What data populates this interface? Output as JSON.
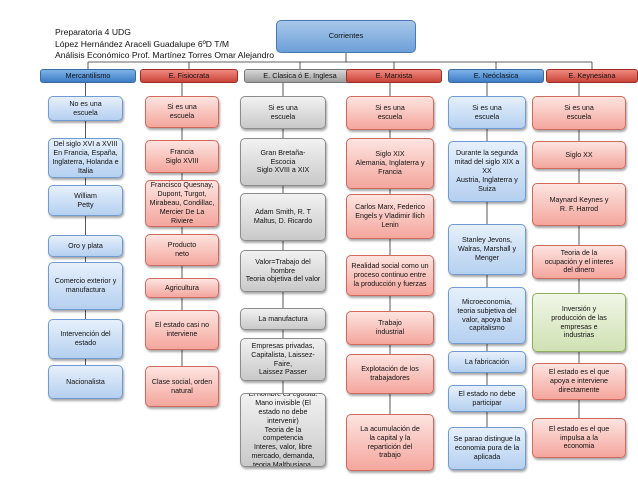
{
  "header": {
    "line1": "Preparatoria 4 UDG",
    "line2": "López Hernández Araceli Guadalupe 6ºD T/M",
    "line3": "Análisis Económico Prof. Martínez Torres Omar Alejandro"
  },
  "root": {
    "label": "Corrientes"
  },
  "columns": [
    {
      "label": "Mercantilismo",
      "color": "#3d7cc6",
      "nodes": [
        [
          "No es una",
          "escuela"
        ],
        [
          "Del siglo XVI a XVIII",
          "En Francia, España,",
          "Inglaterra, Holanda e Italia"
        ],
        [
          "William",
          "Petty"
        ],
        [
          "Oro y plata"
        ],
        [
          "Comercio exterior y",
          "manufactura"
        ],
        [
          "Intervención del estado"
        ],
        [
          "Nacionalista"
        ]
      ]
    },
    {
      "label": "E. Fisiocrata",
      "color": "#c9433a",
      "nodes": [
        [
          "Si es una",
          "escuela"
        ],
        [
          "Francia",
          "Siglo XVIII"
        ],
        [
          "Francisco Quesnay,",
          "Dupont, Turgot,",
          "Mirabeau, Condillac,",
          "Mercier De La Riviere"
        ],
        [
          "Producto",
          "neto"
        ],
        [
          "Agricultura"
        ],
        [
          "El estado casi no",
          "interviene"
        ],
        [
          "Clase social, orden",
          "natural"
        ]
      ]
    },
    {
      "label": "E. Clasica ó E. Inglesa",
      "color": "#9e9e9e",
      "nodes": [
        [
          "Si es una",
          "escuela"
        ],
        [
          "Gran Bretaña-",
          "Escocia",
          "Siglo XVIII a XIX"
        ],
        [
          "Adam Smith, R. T",
          "Maltus, D. Ricardo"
        ],
        [
          "Valor=Trabajo del",
          "hombre",
          "Teoria objetiva del valor"
        ],
        [
          "La manufactura"
        ],
        [
          "Empresas privadas,",
          "Capitalista, Laissez-Faire,",
          "Laissez Passer"
        ],
        [
          "El hombre es egoista. Mano invisible (El",
          "estado no debe intervenir)",
          "Teoria de la competencia",
          "Interes, valor, libre mercado, demanda,",
          "teoria Malthusiana."
        ]
      ]
    },
    {
      "label": "E. Marxista",
      "color": "#c9433a",
      "nodes": [
        [
          "Si es una",
          "escuela"
        ],
        [
          "Siglo XIX",
          "Alemania, Inglaterra y",
          "Francia"
        ],
        [
          "Carlos Marx, Federico",
          "Engels y Vladimir Ilich",
          "Lenin"
        ],
        [
          "Realidad social como un",
          "proceso continuo entre",
          "la producción y fuerzas"
        ],
        [
          "Trabajo",
          "industrial"
        ],
        [
          "Explotación de los",
          "trabajadores"
        ],
        [
          "La acumulación de",
          "la capital y la",
          "repartición del",
          "trabajo"
        ]
      ]
    },
    {
      "label": "E. Neóclasica",
      "color": "#3d7cc6",
      "nodes": [
        [
          "Si es una",
          "escuela"
        ],
        [
          "Durante la segunda",
          "mitad del siglo XIX a XX",
          "Austria, Inglaterra y",
          "Suiza"
        ],
        [
          "Stanley Jevons,",
          "Walras, Marshall y",
          "Menger"
        ],
        [
          "Microeconomia,",
          "teoria subjetiva del",
          "valor, apoya bal",
          "capitalismo"
        ],
        [
          "La fabricación"
        ],
        [
          "El estado no debe",
          "participar"
        ],
        [
          "Se parao distingue la",
          "economia pura de la",
          "aplicada"
        ]
      ]
    },
    {
      "label": "E. Keynesiana",
      "color": "#c9433a",
      "nodes": [
        [
          "Si es una",
          "escuela"
        ],
        [
          "Siglo XX"
        ],
        [
          "Maynard Keynes y",
          "R. F. Harrod"
        ],
        [
          "Teoria de la",
          "ocupación y el interes",
          "del dinero"
        ],
        [
          "Inversión y",
          "producción de las",
          "empresas e",
          "industrias"
        ],
        [
          "El estado es el que",
          "apoya e interviene",
          "directamente"
        ],
        [
          "El estado es el que",
          "impulsa a la",
          "economia"
        ]
      ]
    }
  ]
}
